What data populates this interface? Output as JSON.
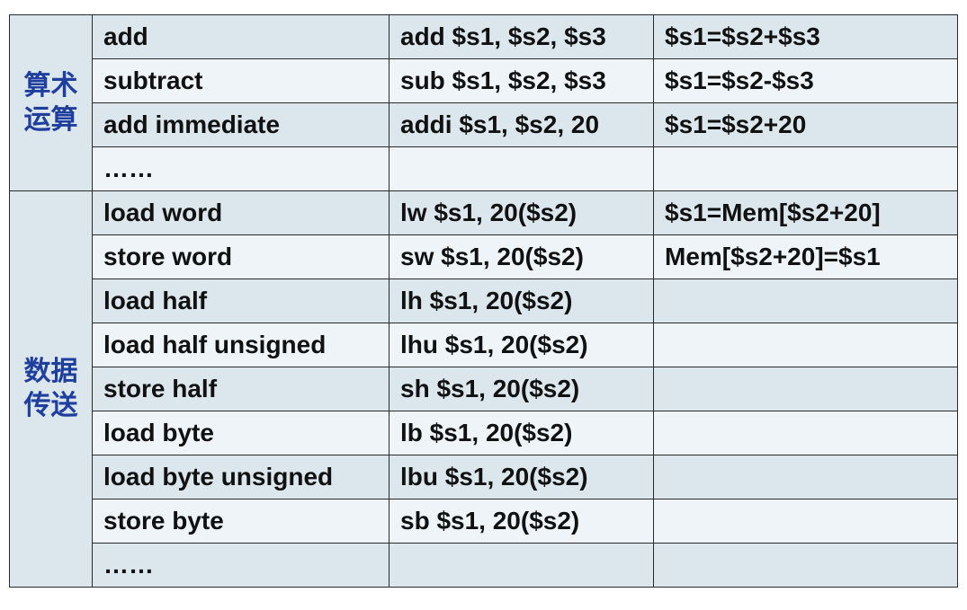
{
  "groups": [
    {
      "category": [
        "算术",
        "运算"
      ],
      "rows": [
        {
          "name": "add",
          "example": "add $s1, $s2, $s3",
          "meaning": "$s1=$s2+$s3"
        },
        {
          "name": "subtract",
          "example": "sub $s1, $s2, $s3",
          "meaning": "$s1=$s2-$s3"
        },
        {
          "name": "add immediate",
          "example": "addi $s1, $s2, 20",
          "meaning": "$s1=$s2+20"
        },
        {
          "name": "……",
          "example": "",
          "meaning": ""
        }
      ]
    },
    {
      "category": [
        "数据",
        "传送"
      ],
      "rows": [
        {
          "name": "load word",
          "example": "lw $s1, 20($s2)",
          "meaning": "$s1=Mem[$s2+20]"
        },
        {
          "name": "store word",
          "example": "sw $s1, 20($s2)",
          "meaning": "Mem[$s2+20]=$s1"
        },
        {
          "name": "load half",
          "example": "lh $s1, 20($s2)",
          "meaning": ""
        },
        {
          "name": "load half unsigned",
          "example": "lhu $s1, 20($s2)",
          "meaning": ""
        },
        {
          "name": "store half",
          "example": "sh $s1, 20($s2)",
          "meaning": ""
        },
        {
          "name": "load byte",
          "example": "lb $s1, 20($s2)",
          "meaning": ""
        },
        {
          "name": "load byte unsigned",
          "example": "lbu $s1, 20($s2)",
          "meaning": ""
        },
        {
          "name": "store byte",
          "example": "sb $s1, 20($s2)",
          "meaning": ""
        },
        {
          "name": "……",
          "example": "",
          "meaning": ""
        }
      ]
    }
  ]
}
